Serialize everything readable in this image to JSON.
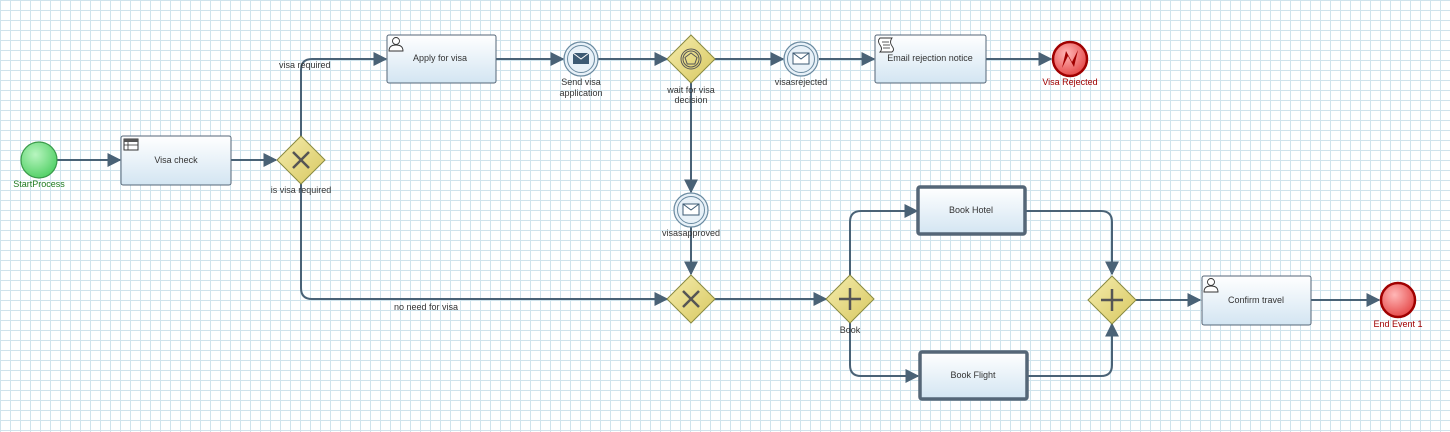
{
  "events": {
    "start": {
      "label": "StartProcess",
      "color": "#5fd16f"
    },
    "visa_rejected": {
      "label": "Visa Rejected",
      "color": "#e53a3a"
    },
    "end1": {
      "label": "End Event 1",
      "color": "#ee5a5a"
    },
    "send_visa": {
      "label_line1": "Send visa",
      "label_line2": "application"
    },
    "visas_rejected_msg": {
      "label": "visasrejected"
    },
    "visas_approved_msg": {
      "label": "visasapproved"
    }
  },
  "tasks": {
    "visa_check": {
      "label": "Visa check",
      "icon": "business-rule-icon"
    },
    "apply_visa": {
      "label": "Apply for visa",
      "icon": "user-task-icon"
    },
    "email_rejection": {
      "label": "Email rejection notice",
      "icon": "script-task-icon"
    },
    "book_hotel": {
      "label": "Book Hotel"
    },
    "book_flight": {
      "label": "Book Flight"
    },
    "confirm_travel": {
      "label": "Confirm travel",
      "icon": "user-task-icon"
    }
  },
  "gateways": {
    "is_visa_required": {
      "label": "is visa required",
      "type": "exclusive"
    },
    "wait_decision": {
      "label_line1": "wait for visa",
      "label_line2": "decision",
      "type": "event-based"
    },
    "merge": {
      "label": "",
      "type": "exclusive"
    },
    "book": {
      "label": "Book",
      "type": "parallel"
    },
    "join": {
      "label": "",
      "type": "parallel"
    }
  },
  "flows": {
    "visa_required": "visa required",
    "no_need": "no need for visa"
  },
  "colors": {
    "task_fill_top": "#ffffff",
    "task_fill_bottom": "#d6e7f3",
    "gateway_fill": "#e9dd86",
    "flow_stroke": "#4a6276",
    "grid": "#cfe3ec"
  }
}
